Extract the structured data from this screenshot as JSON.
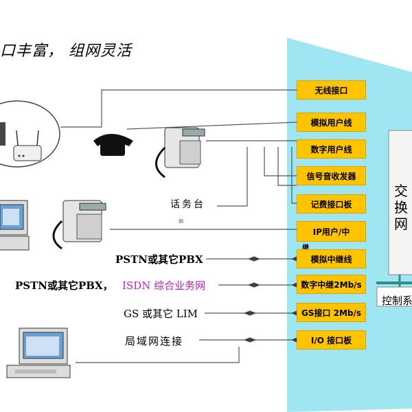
{
  "title": "口丰富， 组网灵活",
  "ports": [
    {
      "label": "无线接口"
    },
    {
      "label": "模拟用户线"
    },
    {
      "label": "数字用户线"
    },
    {
      "label": "信号音收发器"
    },
    {
      "label": "记费接口板"
    },
    {
      "label": "IP用户/中"
    },
    {
      "label": "模拟中继线"
    },
    {
      "label": "数字中继2Mb/s"
    },
    {
      "label": "GS接口 2Mb/s"
    },
    {
      "label": "I/O 接口板"
    }
  ],
  "ip_overflow_char": "继",
  "left_labels": {
    "operator": "话务台",
    "pstn1": "PSTN或其它PBX",
    "pstn2": "PSTN或其它PBX，",
    "isdn": "ISDN 综合业务网",
    "gs": "GS 或其它 LIM",
    "lan": "局域网连接"
  },
  "small_mark": "III",
  "switch_network": [
    "交",
    "换",
    "网"
  ],
  "control_system": "控制系",
  "colors": {
    "funnel": "#9FE5F2",
    "port": "#FFC400",
    "switch_block": "#F4F4F4",
    "bus": "#2F8F80",
    "isdn_text": "#C020C0"
  },
  "icons": [
    "cordless-phone-icon",
    "router-icon",
    "phone-icon",
    "desk-phone-icon",
    "computer-icon"
  ]
}
